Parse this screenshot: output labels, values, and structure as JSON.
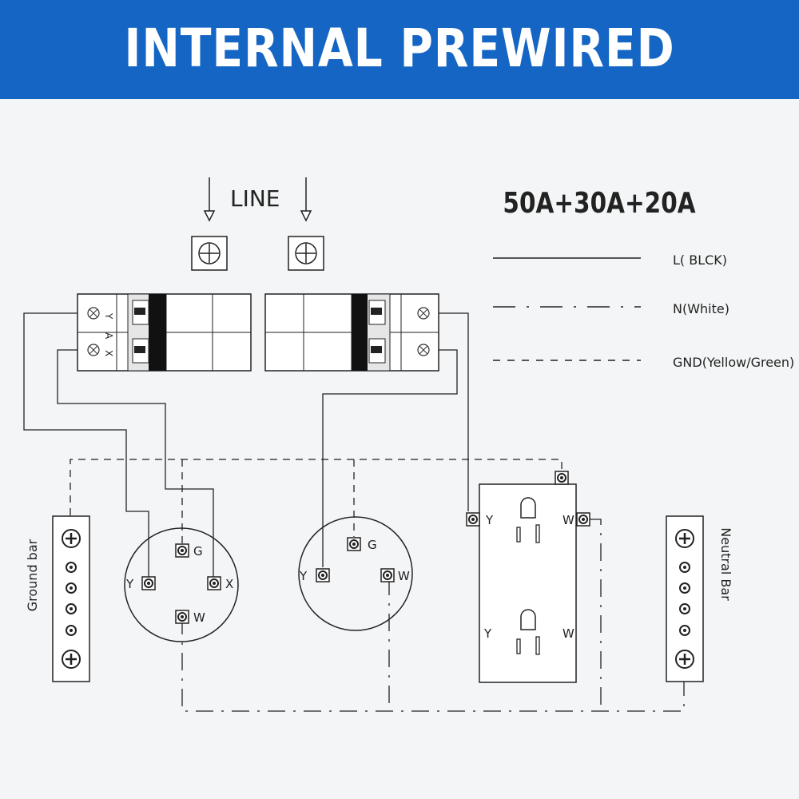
{
  "header": {
    "title": "INTERNAL PREWIRED"
  },
  "diagram": {
    "rating": "50A+30A+20A",
    "line_label": "LINE",
    "legend": [
      {
        "label": "L( BLCK)",
        "style": "solid"
      },
      {
        "label": "N(White)",
        "style": "dash-dot"
      },
      {
        "label": "GND(Yellow/Green)",
        "style": "dashed"
      }
    ],
    "breaker_left_labels": {
      "top": "Y",
      "mid": "A",
      "bottom": "X"
    },
    "ground_bar_label": "Ground bar",
    "neutral_bar_label": "Neutral Bar",
    "receptacle_50a": {
      "g": "G",
      "y": "Y",
      "x": "X",
      "w": "W"
    },
    "receptacle_30a": {
      "g": "G",
      "y": "Y",
      "w": "W"
    },
    "duplex": {
      "y_top": "Y",
      "w_top": "W",
      "y_bottom": "Y",
      "w_bottom": "W"
    }
  },
  "colors": {
    "banner": "#1565c4",
    "background": "#f4f5f6",
    "ink": "#222222",
    "banner_text": "#ffffff"
  }
}
